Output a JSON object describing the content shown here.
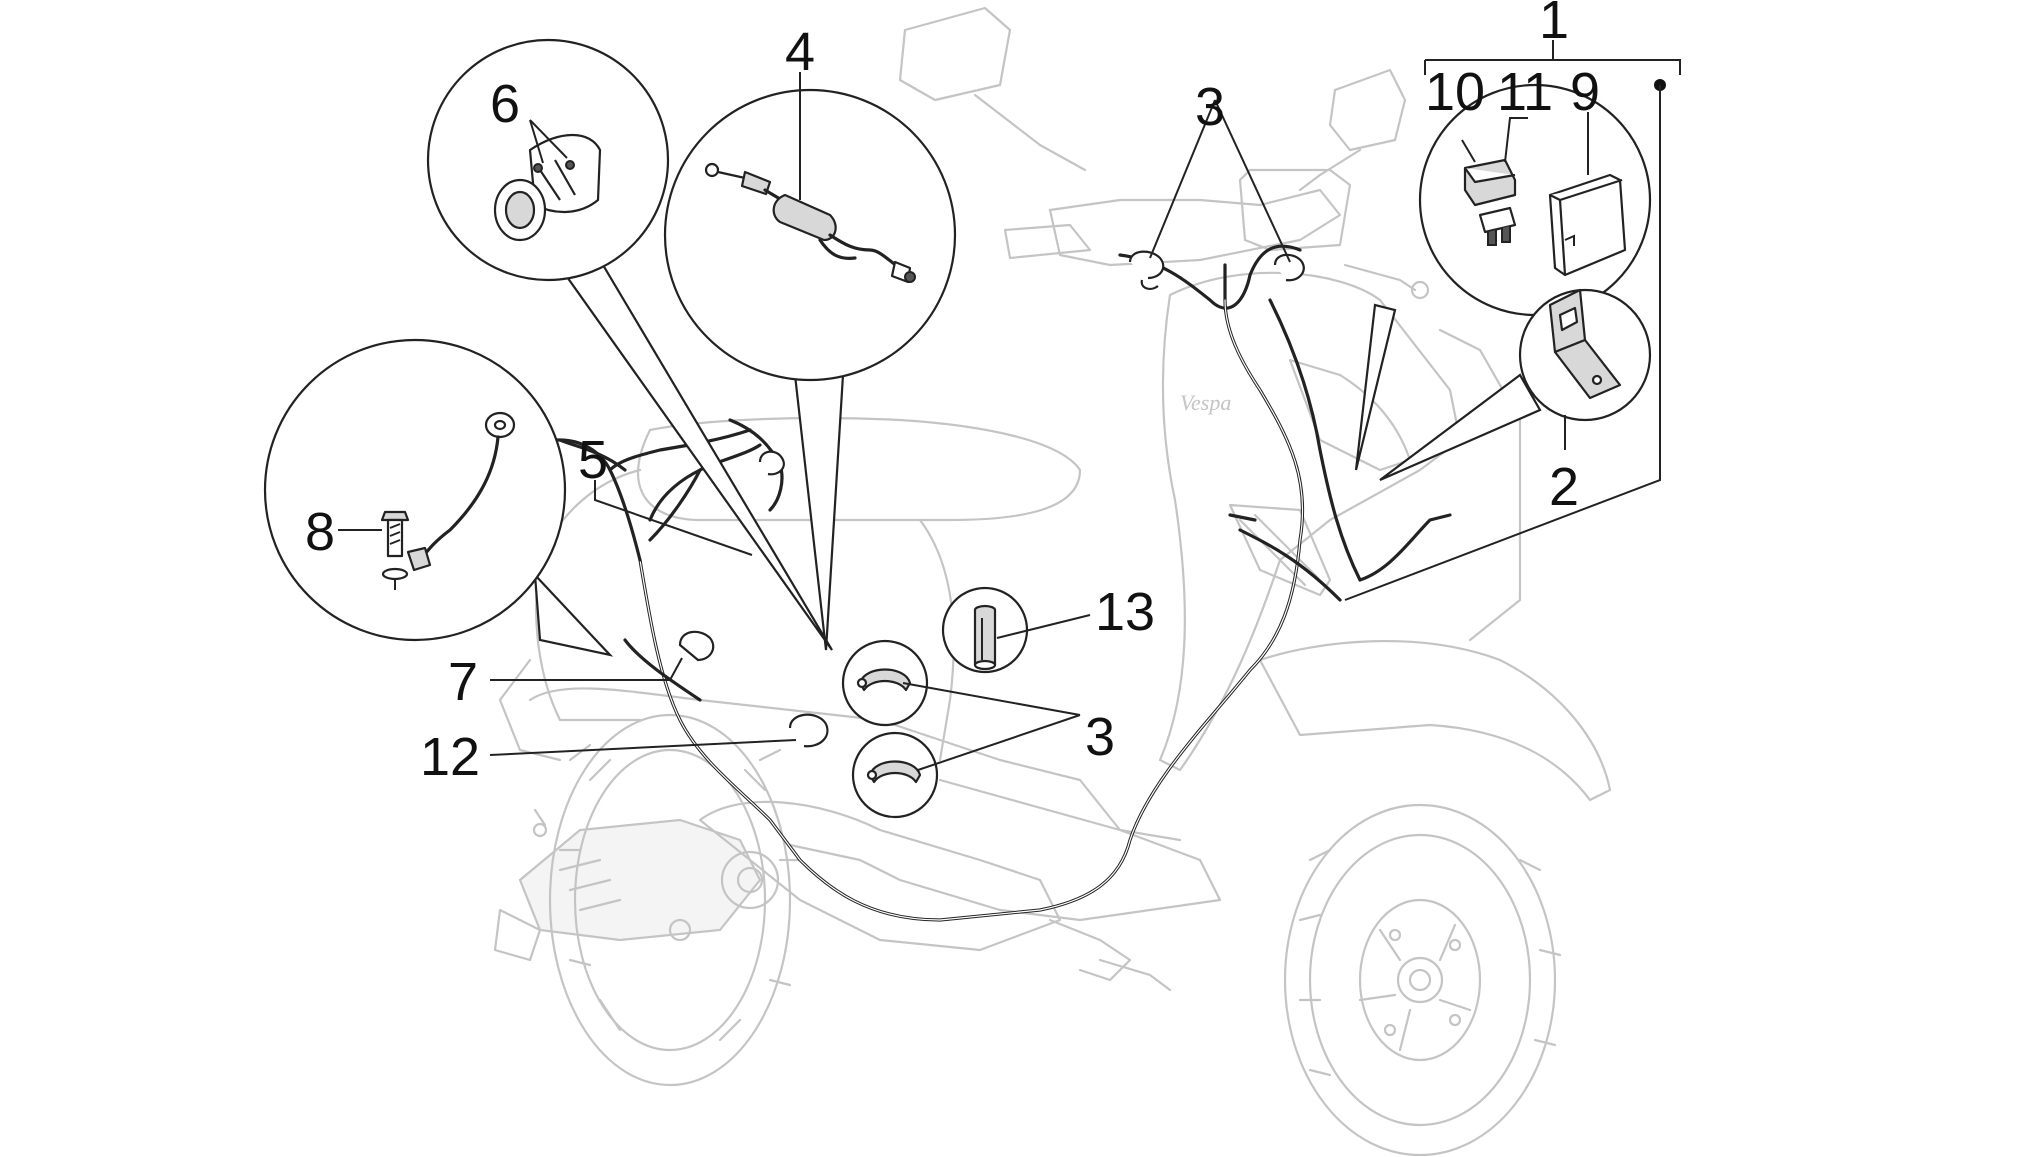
{
  "labels": {
    "l1": "1",
    "l2": "2",
    "l3a": "3",
    "l3b": "3",
    "l4": "4",
    "l5": "5",
    "l6": "6",
    "l7": "7",
    "l8": "8",
    "l9": "9",
    "l10": "10",
    "l11": "11",
    "l12": "12",
    "l13": "13"
  },
  "colors": {
    "outline": "#c4c4c4",
    "part": "#222222",
    "background": "#ffffff"
  }
}
